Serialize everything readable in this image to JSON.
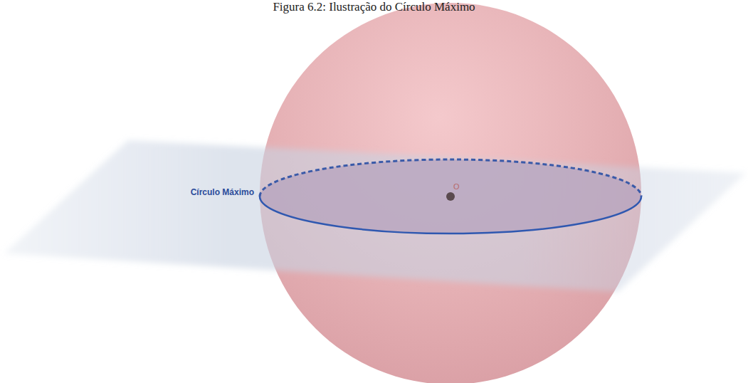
{
  "diagram": {
    "title": "Figura 6.2: Ilustração do Círculo Máximo",
    "labels": [
      "Círculo Máximo",
      "O"
    ]
  }
}
